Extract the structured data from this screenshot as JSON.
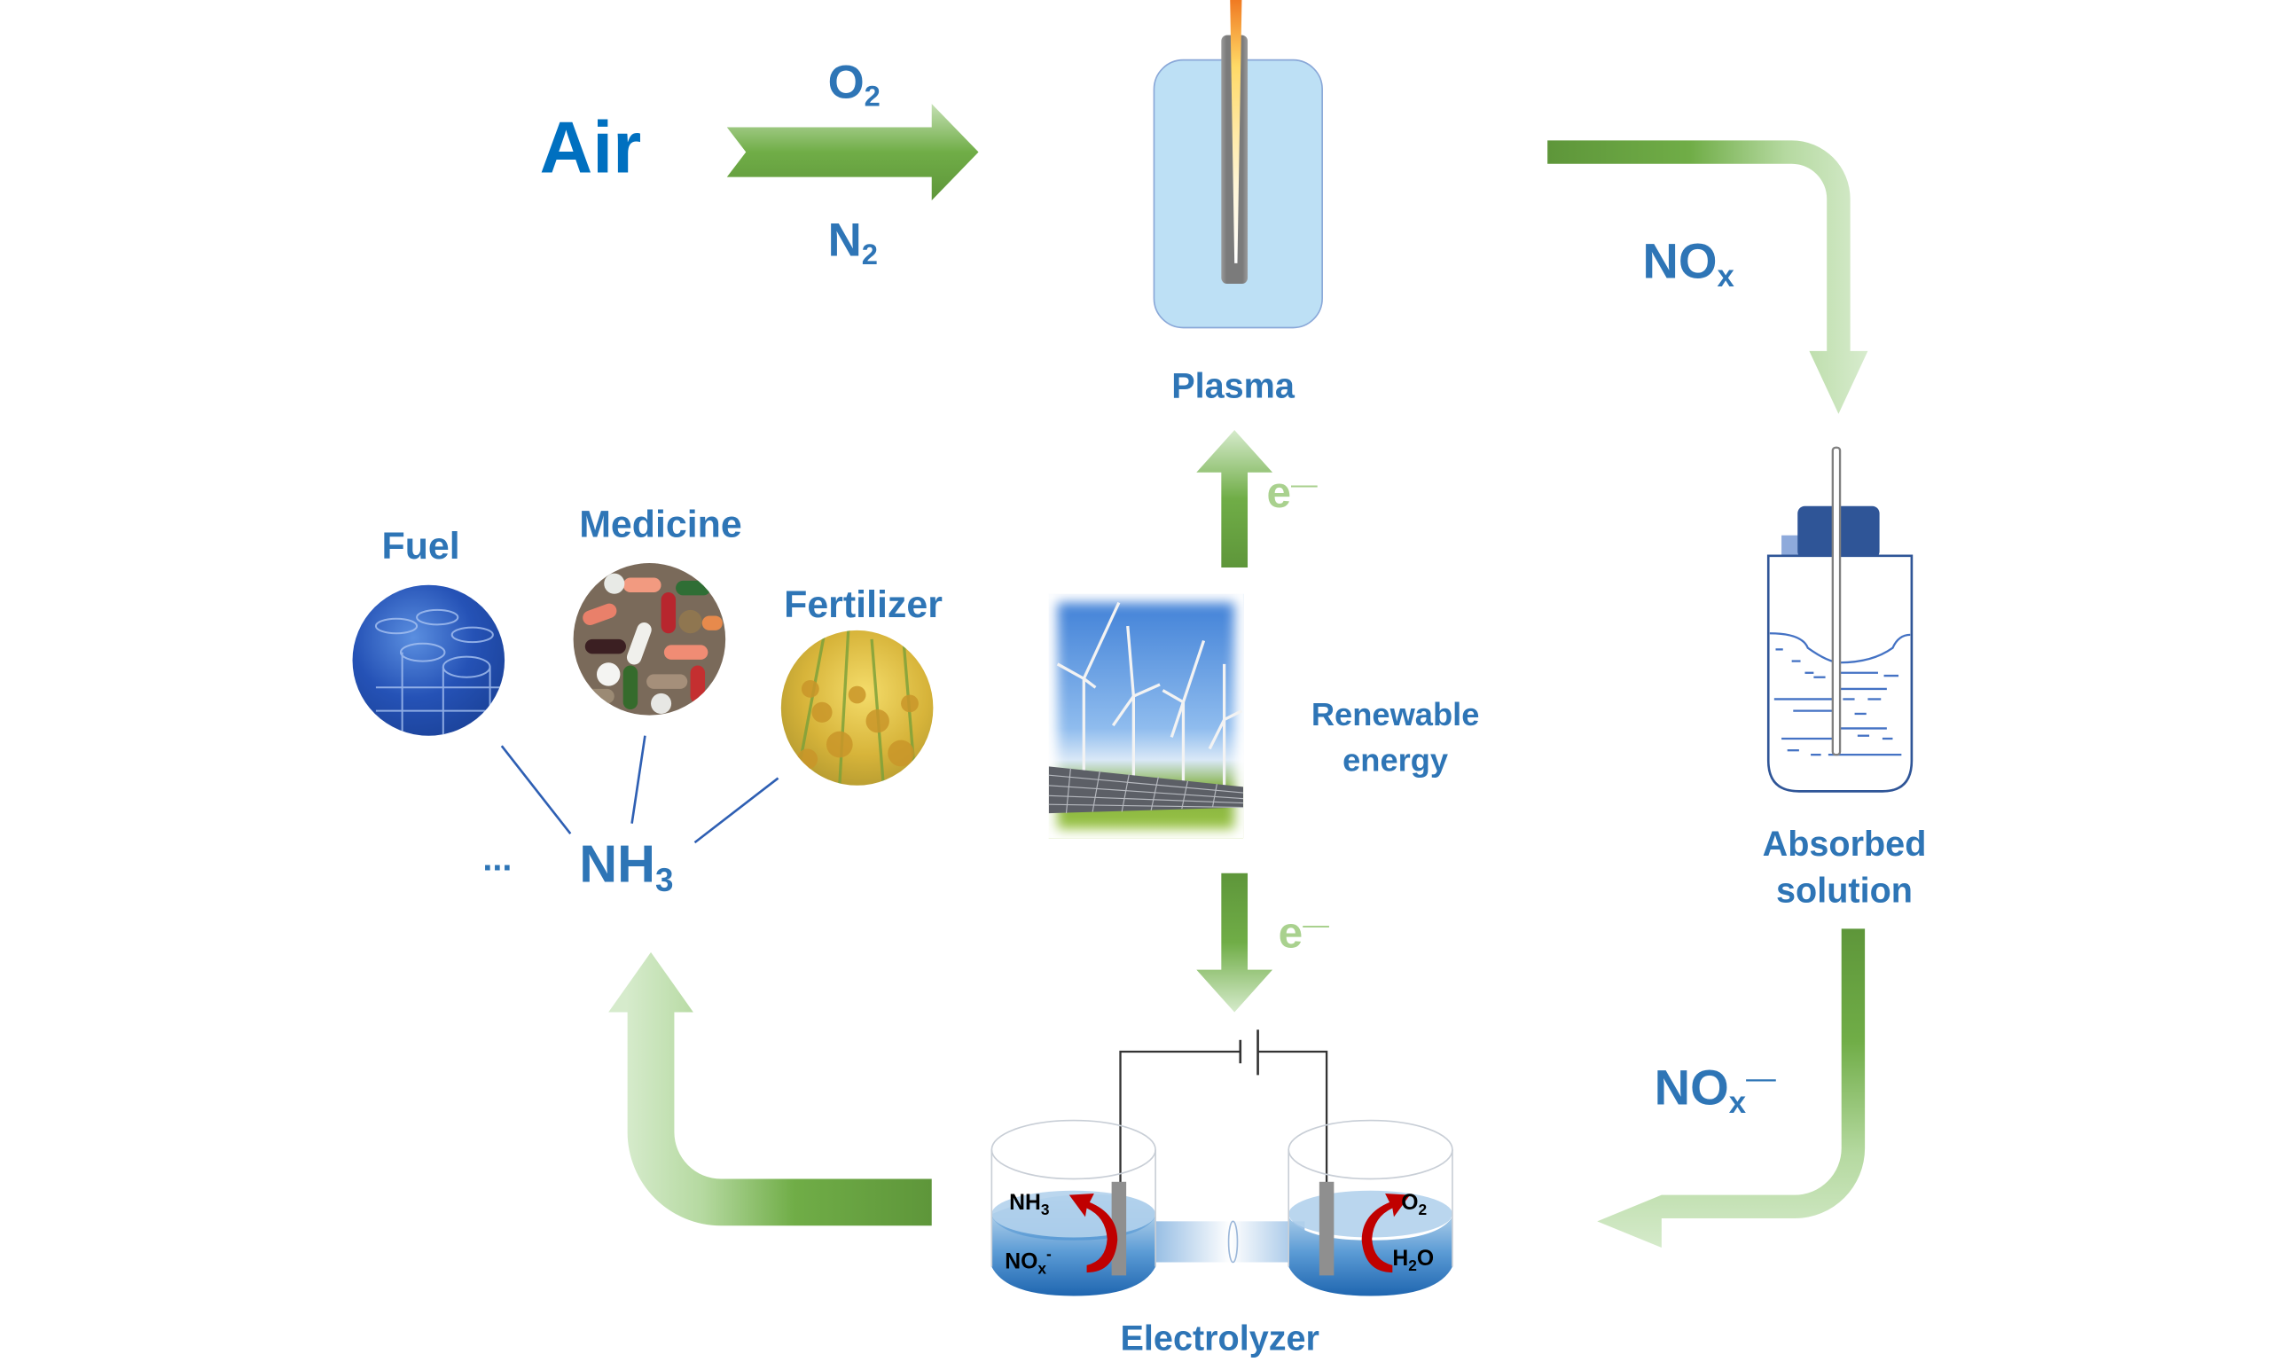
{
  "title": "Plasma-electrolysis nitrogen fixation cycle",
  "colors": {
    "label_blue": "#2e75b6",
    "air_blue": "#0070c0",
    "arrow_green_dark": "#5e963a",
    "arrow_green_mid": "#70ad47",
    "arrow_green_light": "#d6ebcc",
    "electron_green": "#a9d18e"
  },
  "labels": {
    "air": "Air",
    "o2": {
      "main": "O",
      "sub": "2"
    },
    "n2": {
      "main": "N",
      "sub": "2"
    },
    "plasma": "Plasma",
    "nox": {
      "main": "NO",
      "sub": "x"
    },
    "absorbed_solution": [
      "Absorbed",
      "solution"
    ],
    "nox_minus": {
      "main": "NO",
      "sub": "x",
      "sup": "—"
    },
    "electrolyzer": "Electrolyzer",
    "renewable_energy": [
      "Renewable",
      "energy"
    ],
    "electron_up": {
      "main": "e",
      "sup": "—"
    },
    "electron_down": {
      "main": "e",
      "sup": "—"
    },
    "nh3": {
      "main": "NH",
      "sub": "3"
    },
    "ellipsis": "...",
    "fuel": "Fuel",
    "medicine": "Medicine",
    "fertilizer": "Fertilizer"
  },
  "electrolyzer": {
    "left_cell": {
      "product": {
        "main": "NH",
        "sub": "3"
      },
      "reactant": {
        "main": "NO",
        "sub": "x",
        "sup": "-"
      }
    },
    "right_cell": {
      "product": {
        "main": "O",
        "sub": "2"
      },
      "reactant": {
        "main": "H",
        "sub": "2",
        "rest": "O"
      }
    }
  },
  "images": {
    "fuel": "blue-oil-drums",
    "medicine": "assorted-pills",
    "fertilizer": "rice-crop",
    "renewable": "wind-turbines-and-solar-panels"
  }
}
